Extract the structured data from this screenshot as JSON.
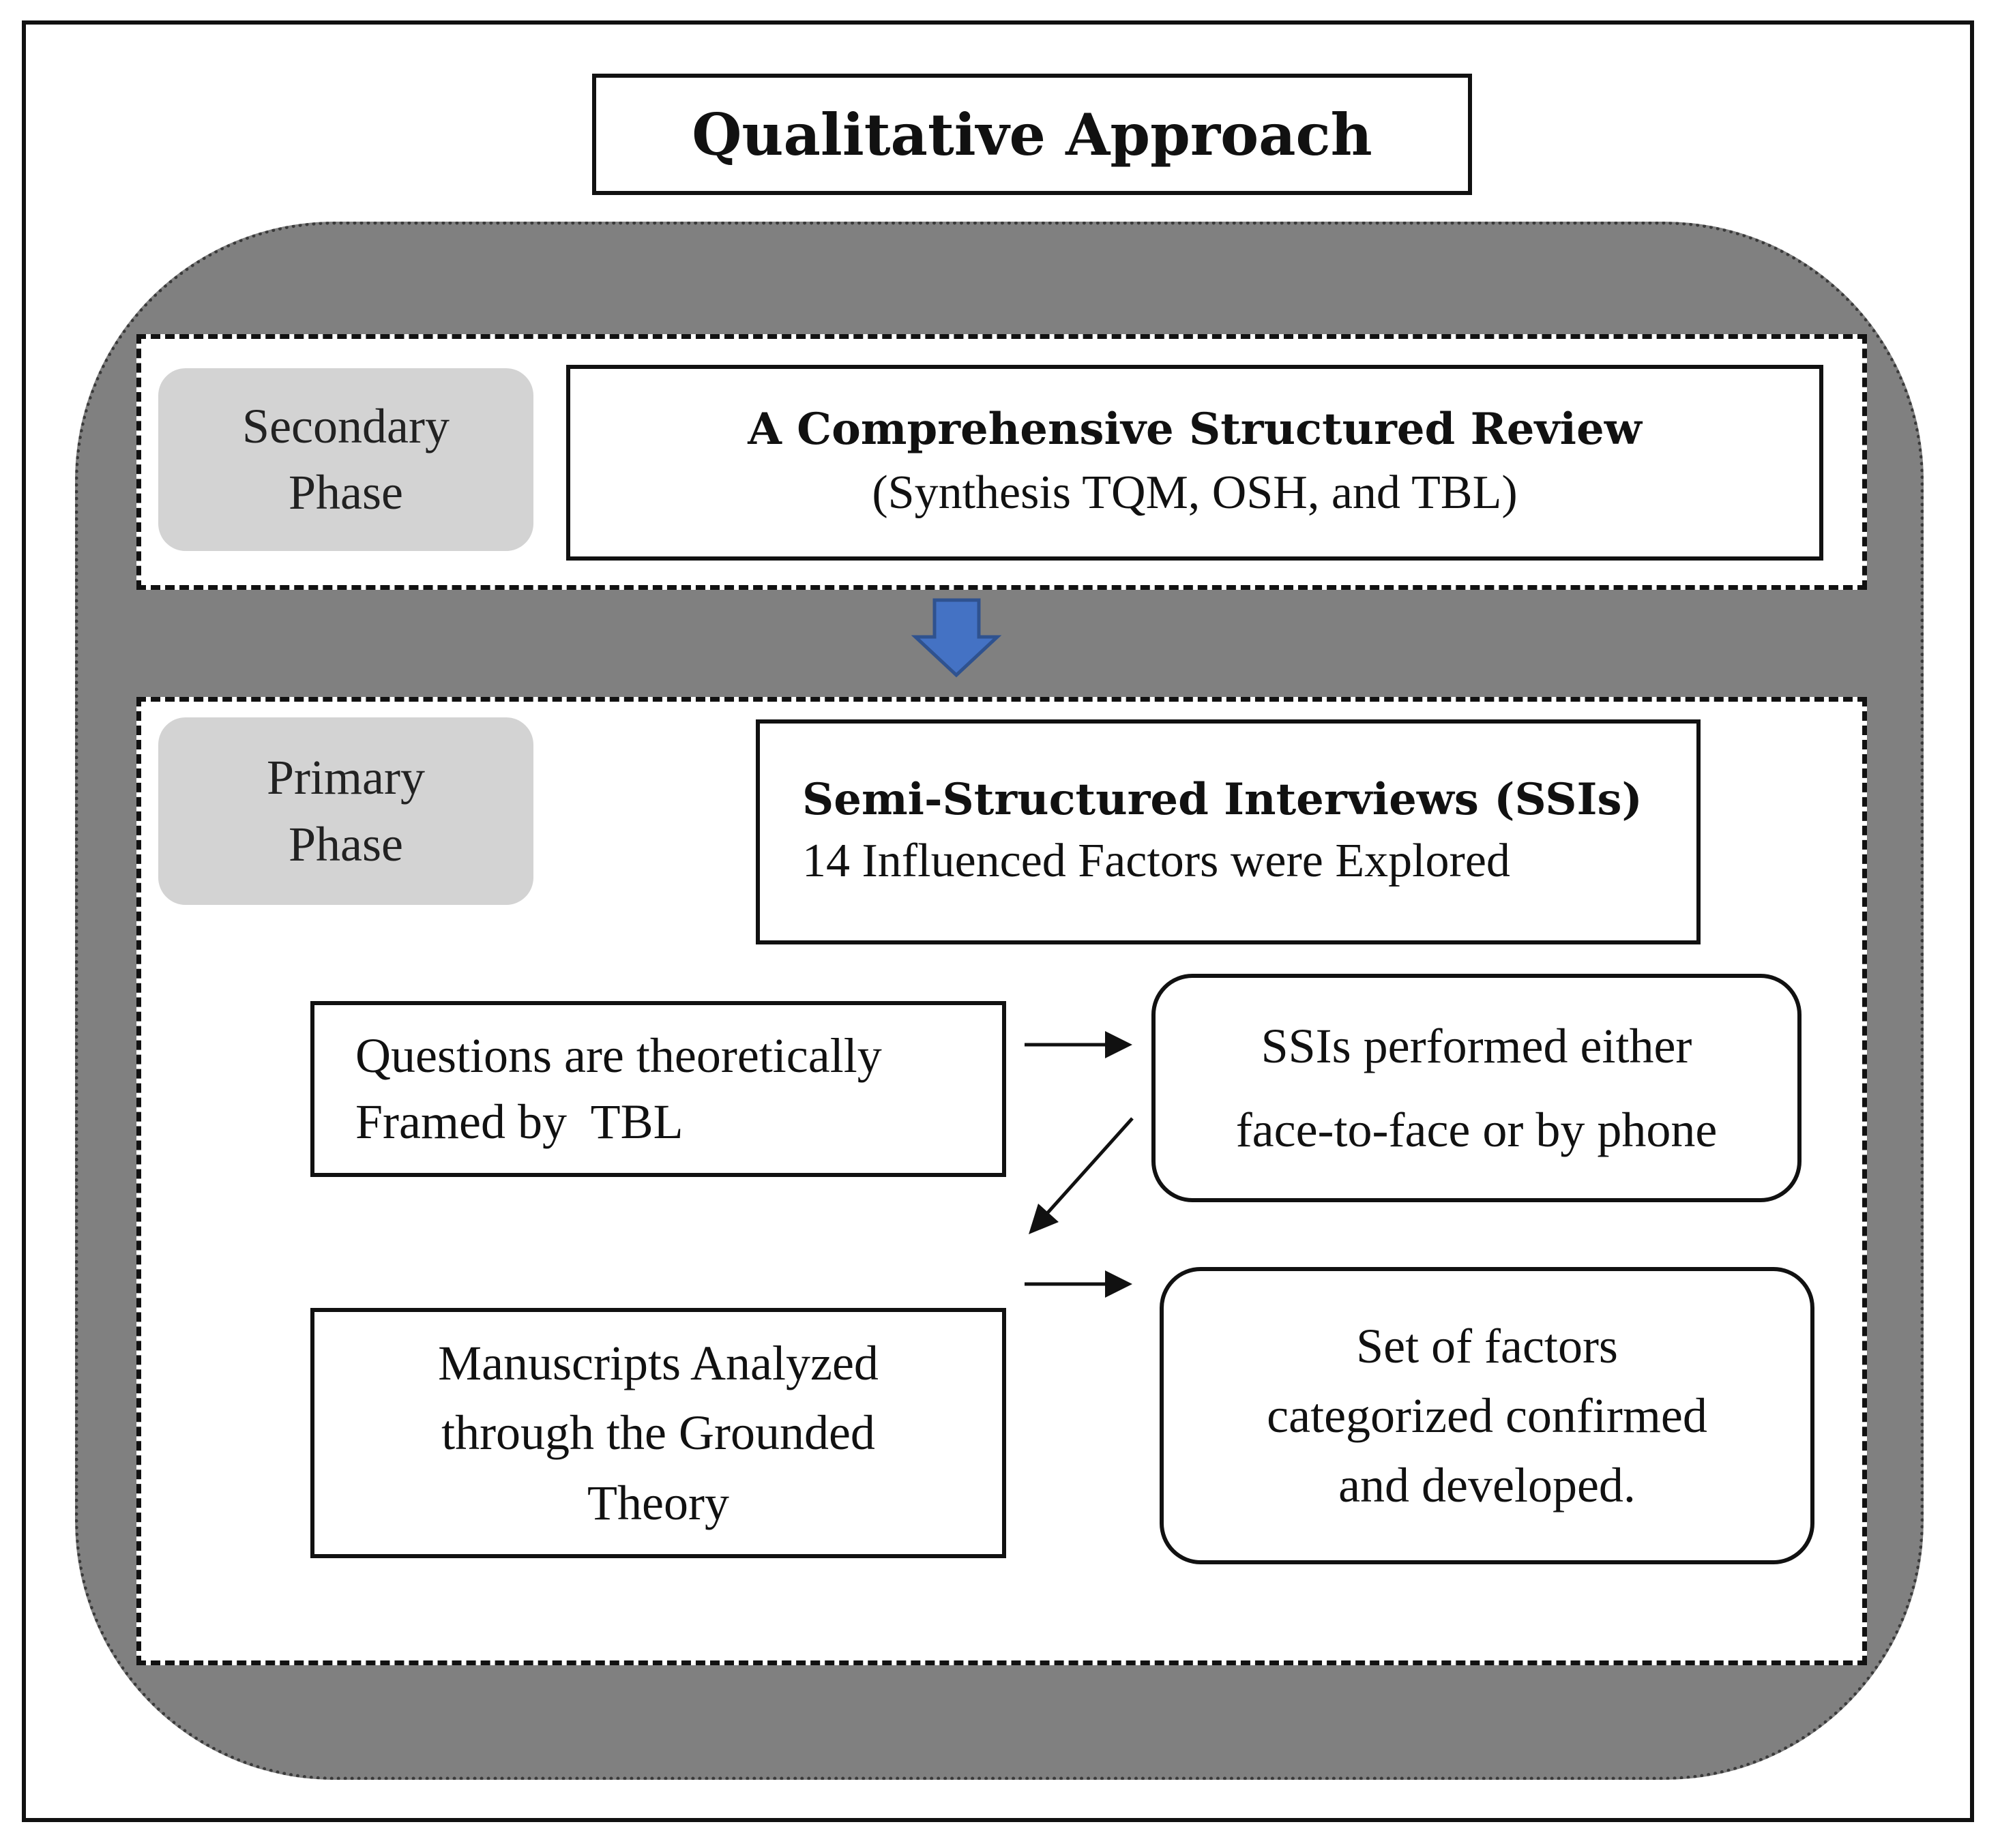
{
  "title": "Qualitative Approach",
  "secondary_phase": {
    "label_line1": "Secondary",
    "label_line2": "Phase",
    "review_title": "A Comprehensive Structured Review",
    "review_subtitle": "(Synthesis TQM, OSH, and TBL)"
  },
  "primary_phase": {
    "label_line1": "Primary",
    "label_line2": "Phase",
    "ssi_title": "Semi-Structured Interviews (SSIs)",
    "ssi_subtitle": "14 Influenced Factors were Explored",
    "questions_line1": "Questions are theoretically",
    "questions_line2": "Framed by  TBL",
    "ssis_line1": "SSIs performed either",
    "ssis_line2": "face-to-face or by phone",
    "manuscripts_line1": "Manuscripts Analyzed",
    "manuscripts_line2": "through the Grounded",
    "manuscripts_line3": "Theory",
    "factors_line1": "Set of factors",
    "factors_line2": "categorized confirmed",
    "factors_line3": "and developed."
  },
  "colors": {
    "down_arrow_fill": "#4472c4",
    "down_arrow_stroke": "#2f528f",
    "background_panel": "#808080",
    "phase_label_fill": "#d3d3d3"
  }
}
